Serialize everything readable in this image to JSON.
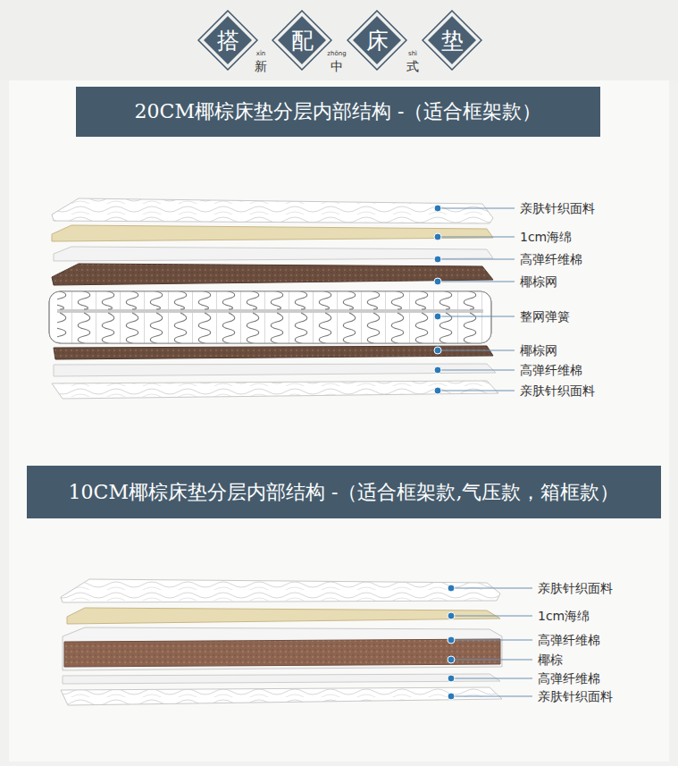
{
  "diagram": {
    "nodes": [
      {
        "text": [
          "搭"
        ]
      },
      {
        "text": [
          "配"
        ]
      },
      {
        "text": [
          "床"
        ]
      },
      {
        "text": [
          "垫"
        ]
      },
      {
        "text": [
          "20CM椰棕床垫分层内部结构 -（适合框架款）"
        ]
      },
      {
        "text": [
          "10CM椰棕床垫分层内部结构 -（适合框架款,气压款，箱框款）"
        ]
      }
    ],
    "labels": [
      "xīn",
      "新",
      "zhōng",
      "中",
      "shì",
      "式",
      "亲肤针织面料",
      "1cm海绵",
      "高弹纤维棉",
      "椰棕网",
      "整网弹簧",
      "椰棕网",
      "高弹纤维棉",
      "亲肤针织面料",
      "亲肤针织面料",
      "1cm海绵",
      "高弹纤维棉",
      "椰棕",
      "高弹纤维棉",
      "亲肤针织面料"
    ]
  }
}
